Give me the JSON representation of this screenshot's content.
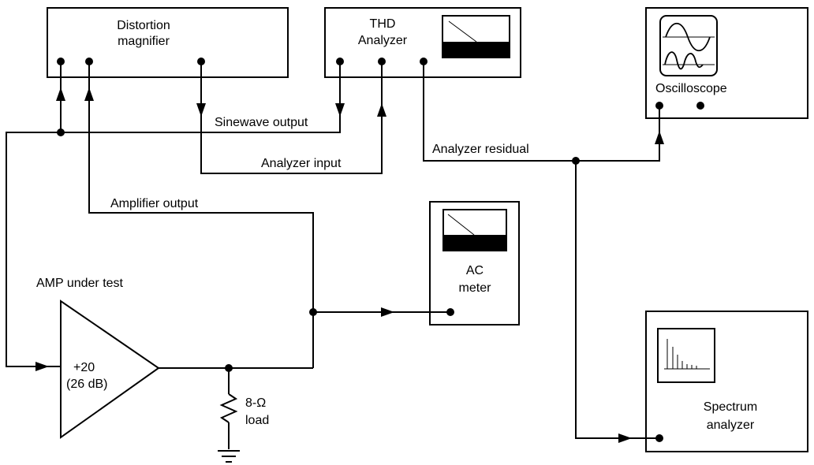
{
  "blocks": {
    "distortion_magnifier": {
      "line1": "Distortion",
      "line2": "magnifier"
    },
    "thd_analyzer": {
      "line1": "THD",
      "line2": "Analyzer"
    },
    "oscilloscope": {
      "label": "Oscilloscope"
    },
    "ac_meter": {
      "line1": "AC",
      "line2": "meter"
    },
    "spectrum_analyzer": {
      "line1": "Spectrum",
      "line2": "analyzer"
    },
    "amplifier": {
      "title": "AMP under test",
      "gain": "+20",
      "gain_db": "(26 dB)"
    },
    "load": {
      "line1": "8-Ω",
      "line2": "load"
    }
  },
  "signals": {
    "sinewave_output": "Sinewave output",
    "analyzer_input": "Analyzer input",
    "amplifier_output": "Amplifier output",
    "analyzer_residual": "Analyzer residual"
  }
}
